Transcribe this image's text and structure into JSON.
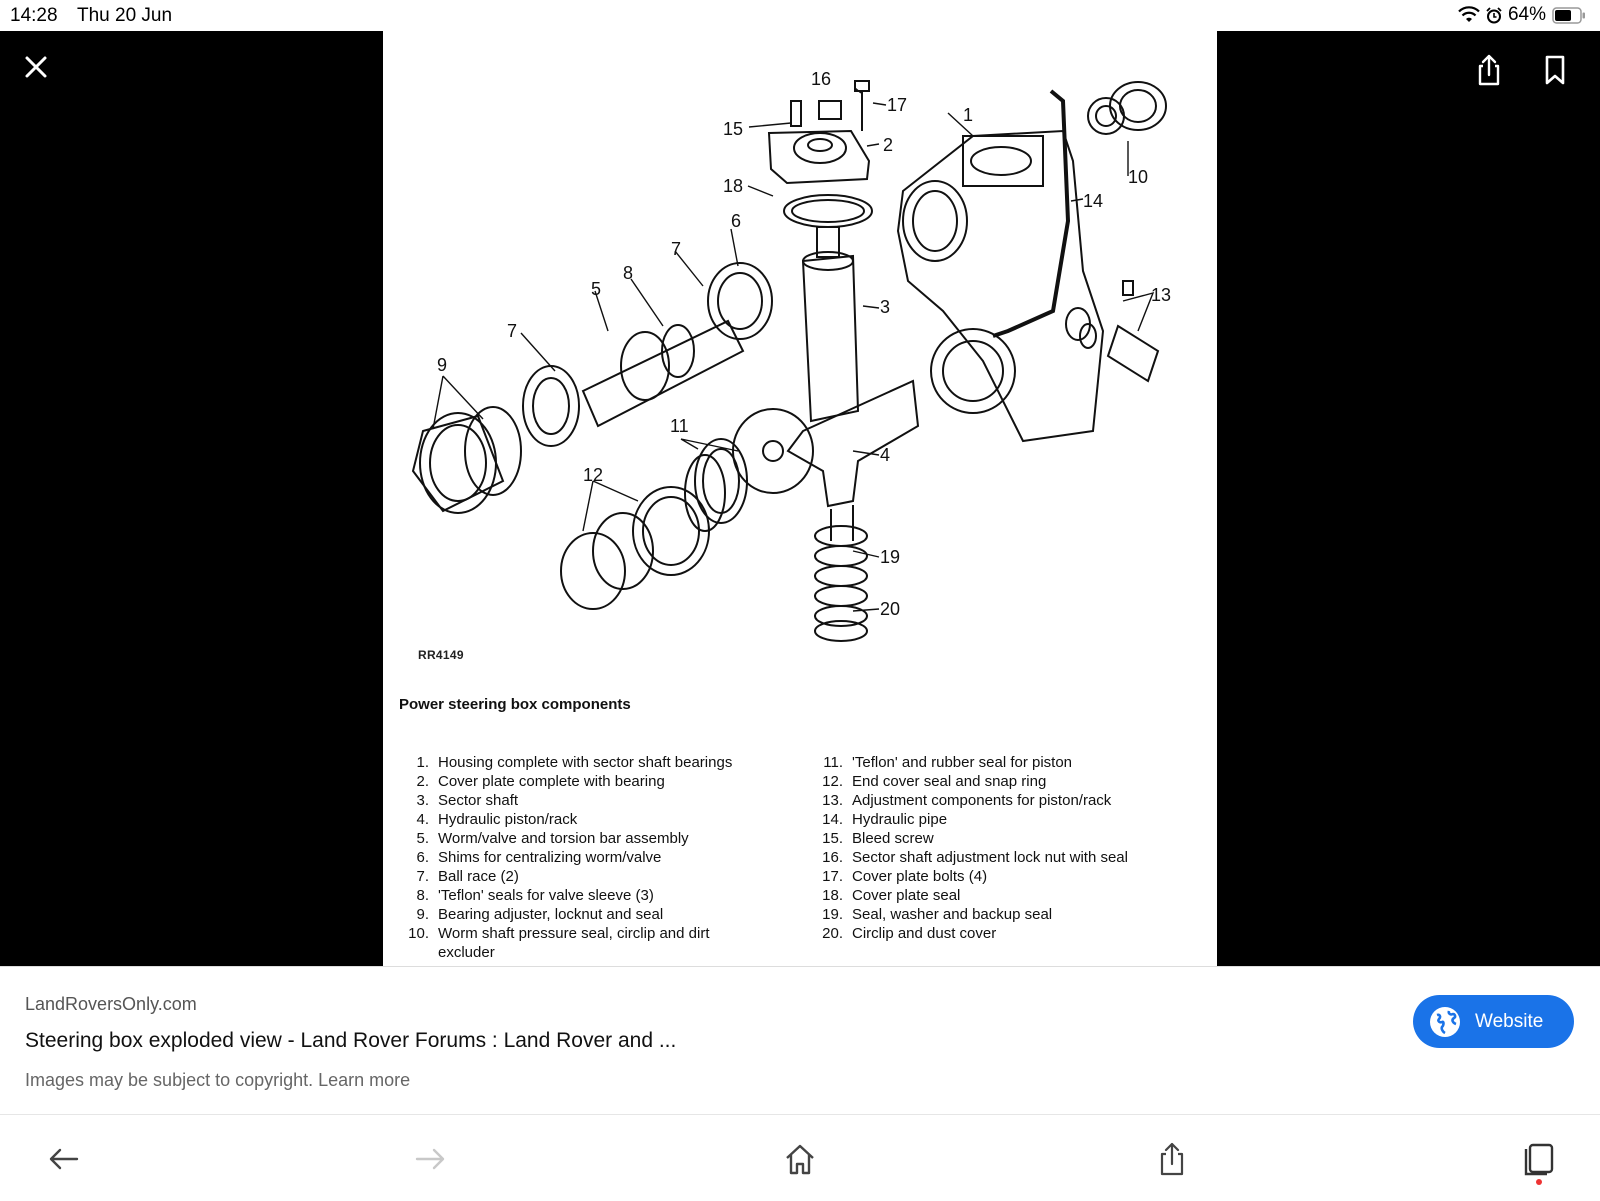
{
  "status_bar": {
    "time": "14:28",
    "date": "Thu 20 Jun",
    "battery": "64%"
  },
  "figure": {
    "code": "RR4149",
    "caption": "Power steering box components",
    "callouts": [
      "16",
      "17",
      "15",
      "2",
      "1",
      "10",
      "18",
      "14",
      "6",
      "7",
      "8",
      "5",
      "3",
      "13",
      "7",
      "9",
      "11",
      "4",
      "12",
      "19",
      "20"
    ],
    "legend_left": [
      {
        "num": "1.",
        "text": "Housing complete with sector shaft bearings"
      },
      {
        "num": "2.",
        "text": "Cover plate complete with bearing"
      },
      {
        "num": "3.",
        "text": "Sector shaft"
      },
      {
        "num": "4.",
        "text": "Hydraulic piston/rack"
      },
      {
        "num": "5.",
        "text": "Worm/valve and torsion bar assembly"
      },
      {
        "num": "6.",
        "text": "Shims for centralizing worm/valve"
      },
      {
        "num": "7.",
        "text": "Ball race (2)"
      },
      {
        "num": "8.",
        "text": "'Teflon' seals for valve sleeve (3)"
      },
      {
        "num": "9.",
        "text": "Bearing adjuster, locknut and seal"
      },
      {
        "num": "10.",
        "text": "Worm shaft pressure seal, circlip and dirt excluder"
      }
    ],
    "legend_right": [
      {
        "num": "11.",
        "text": "'Teflon' and rubber seal for piston"
      },
      {
        "num": "12.",
        "text": "End cover seal and snap ring"
      },
      {
        "num": "13.",
        "text": "Adjustment components for piston/rack"
      },
      {
        "num": "14.",
        "text": "Hydraulic pipe"
      },
      {
        "num": "15.",
        "text": "Bleed screw"
      },
      {
        "num": "16.",
        "text": "Sector shaft adjustment lock nut with seal"
      },
      {
        "num": "17.",
        "text": "Cover plate bolts (4)"
      },
      {
        "num": "18.",
        "text": "Cover plate seal"
      },
      {
        "num": "19.",
        "text": "Seal, washer and backup seal"
      },
      {
        "num": "20.",
        "text": "Circlip and dust cover"
      }
    ]
  },
  "info": {
    "source": "LandRoversOnly.com",
    "title": "Steering box exploded view - Land Rover Forums : Land Rover and ...",
    "copyright": "Images may be subject to copyright. Learn more",
    "website_label": "Website"
  },
  "icons": {
    "close": "close-icon",
    "share": "share-icon",
    "bookmark": "bookmark-icon",
    "back": "back-arrow-icon",
    "forward": "forward-arrow-icon",
    "home": "home-icon",
    "tabs": "tabs-icon",
    "globe": "globe-icon",
    "wifi": "wifi-icon",
    "alarm": "alarm-icon",
    "battery": "battery-icon"
  },
  "colors": {
    "accent": "#1a73e8",
    "viewer_bg": "#000000"
  }
}
